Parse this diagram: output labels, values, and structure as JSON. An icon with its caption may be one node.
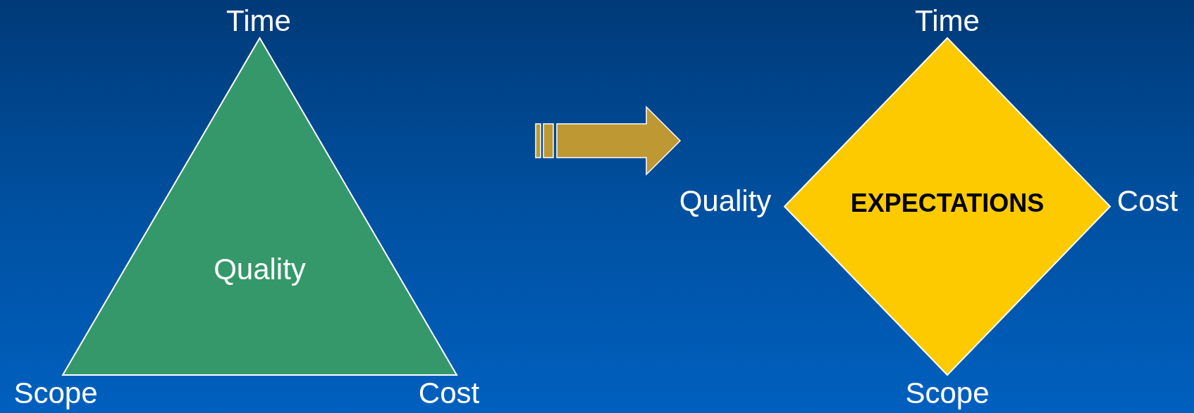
{
  "diagram": {
    "nodes": [
      {
        "text": [
          "Quality"
        ],
        "beside": [
          "Time",
          "Scope",
          "Cost"
        ]
      },
      {
        "text": [
          "EXPECTATIONS"
        ],
        "beside": [
          "Time",
          "Quality",
          "Cost",
          "Scope"
        ]
      }
    ],
    "edges": [
      {
        "from": 0,
        "to": 1,
        "arrow": "to"
      }
    ]
  }
}
